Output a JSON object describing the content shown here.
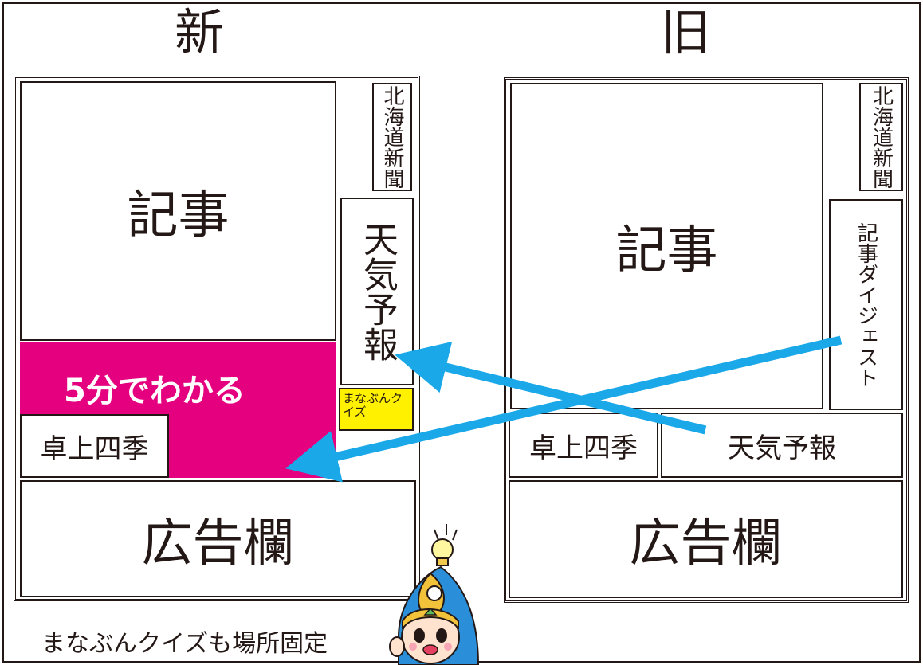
{
  "headings": {
    "new": "新",
    "old": "旧"
  },
  "new_layout": {
    "article": "記事",
    "masthead": "北海道新聞",
    "weather": "天気予報",
    "five_min": "5分でわかる",
    "quiz": "まなぶんクイズ",
    "season": "卓上四季",
    "ads": "広告欄"
  },
  "old_layout": {
    "article": "記事",
    "masthead": "北海道新聞",
    "digest": "記事ダイジェスト",
    "season": "卓上四季",
    "weather": "天気予報",
    "ads": "広告欄"
  },
  "caption": "まなぶんクイズも場所固定",
  "colors": {
    "highlight": "#e4007f",
    "arrow": "#1aa8e8",
    "quiz": "#fff100"
  }
}
